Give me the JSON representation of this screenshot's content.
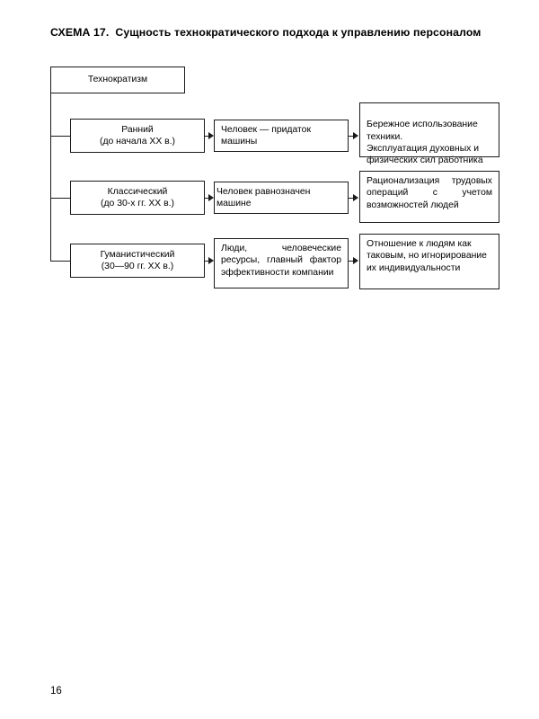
{
  "document": {
    "title_label": "СХЕМА 17.",
    "title_text": "Сущность технократического подхода к управлению персоналом",
    "page_number": "16"
  },
  "diagram": {
    "root": {
      "label": "Технократизм"
    },
    "rows": [
      {
        "stage_line1": "Ранний",
        "stage_line2": "(до начала XX в.)",
        "middle": "Человек — придаток машины",
        "right": "Бережное использование техники.\nЭксплуатация духовных и физических сил работника"
      },
      {
        "stage_line1": "Классический",
        "stage_line2": "(до 30-х гг. XX в.)",
        "middle": "Человек равнозначен машине",
        "right": "Рационализация трудовых операций с учетом возможностей людей"
      },
      {
        "stage_line1": "Гуманистический",
        "stage_line2": "(30—90 гг. XX в.)",
        "middle": "Люди, человеческие ресурсы, главный фактор эффективности компании",
        "right": "Отношение к людям как таковым, но игнорирование их индивидуальности"
      }
    ]
  },
  "colors": {
    "stroke": "#1a1a1a",
    "background": "#ffffff",
    "text": "#000000"
  }
}
